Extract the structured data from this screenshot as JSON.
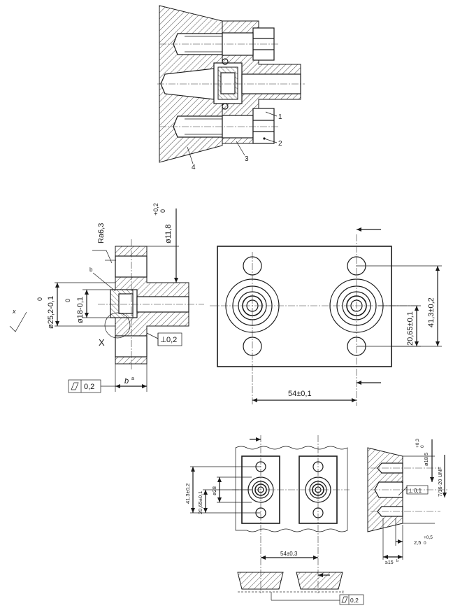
{
  "assembly": {
    "callouts": [
      "1",
      "2",
      "3",
      "4"
    ]
  },
  "port_detail": {
    "surface_finish": "Ra6,3",
    "dia_main": "ø11,8",
    "dia_main_tol_upper": "+0,2",
    "dia_main_tol_lower": "0",
    "dia_outer": "ø25,2-0,1",
    "dia_outer_tol_top": "0",
    "dia_inner": "ø18-0,1",
    "dia_inner_tol_top": "0",
    "label_b": "b",
    "label_x_small": "x",
    "label_x_detail": "X",
    "perp_sym": "⊥",
    "perp_value": "0,2",
    "flat_value": "0,2",
    "width_label": "b",
    "width_note": "a"
  },
  "plate_view": {
    "dim_horizontal": "54±0,1",
    "dim_vertical_small": "20,65±0,1",
    "dim_vertical_large": "41,3±0,2"
  },
  "bottom_plan": {
    "dim_large": "41,3±0,2",
    "dim_mid": "20,65±0,1",
    "dim_dia": "ø28",
    "dim_spacing": "54±0,3"
  },
  "bottom_section": {
    "dia": "ø18,5",
    "dia_tol_upper": "+0,3",
    "dia_tol_lower": "0",
    "thread": "7/16-20 UNF",
    "perp_sym": "⊥",
    "perp_value": "0,1",
    "label_c": "c",
    "depth_min": "≥15",
    "depth_note": "b",
    "depth_small": "2,5",
    "depth_small_tol_upper": "+0,5",
    "depth_small_tol_lower": "0"
  },
  "bottom_flat": {
    "value": "0,2",
    "label_c": "c"
  }
}
